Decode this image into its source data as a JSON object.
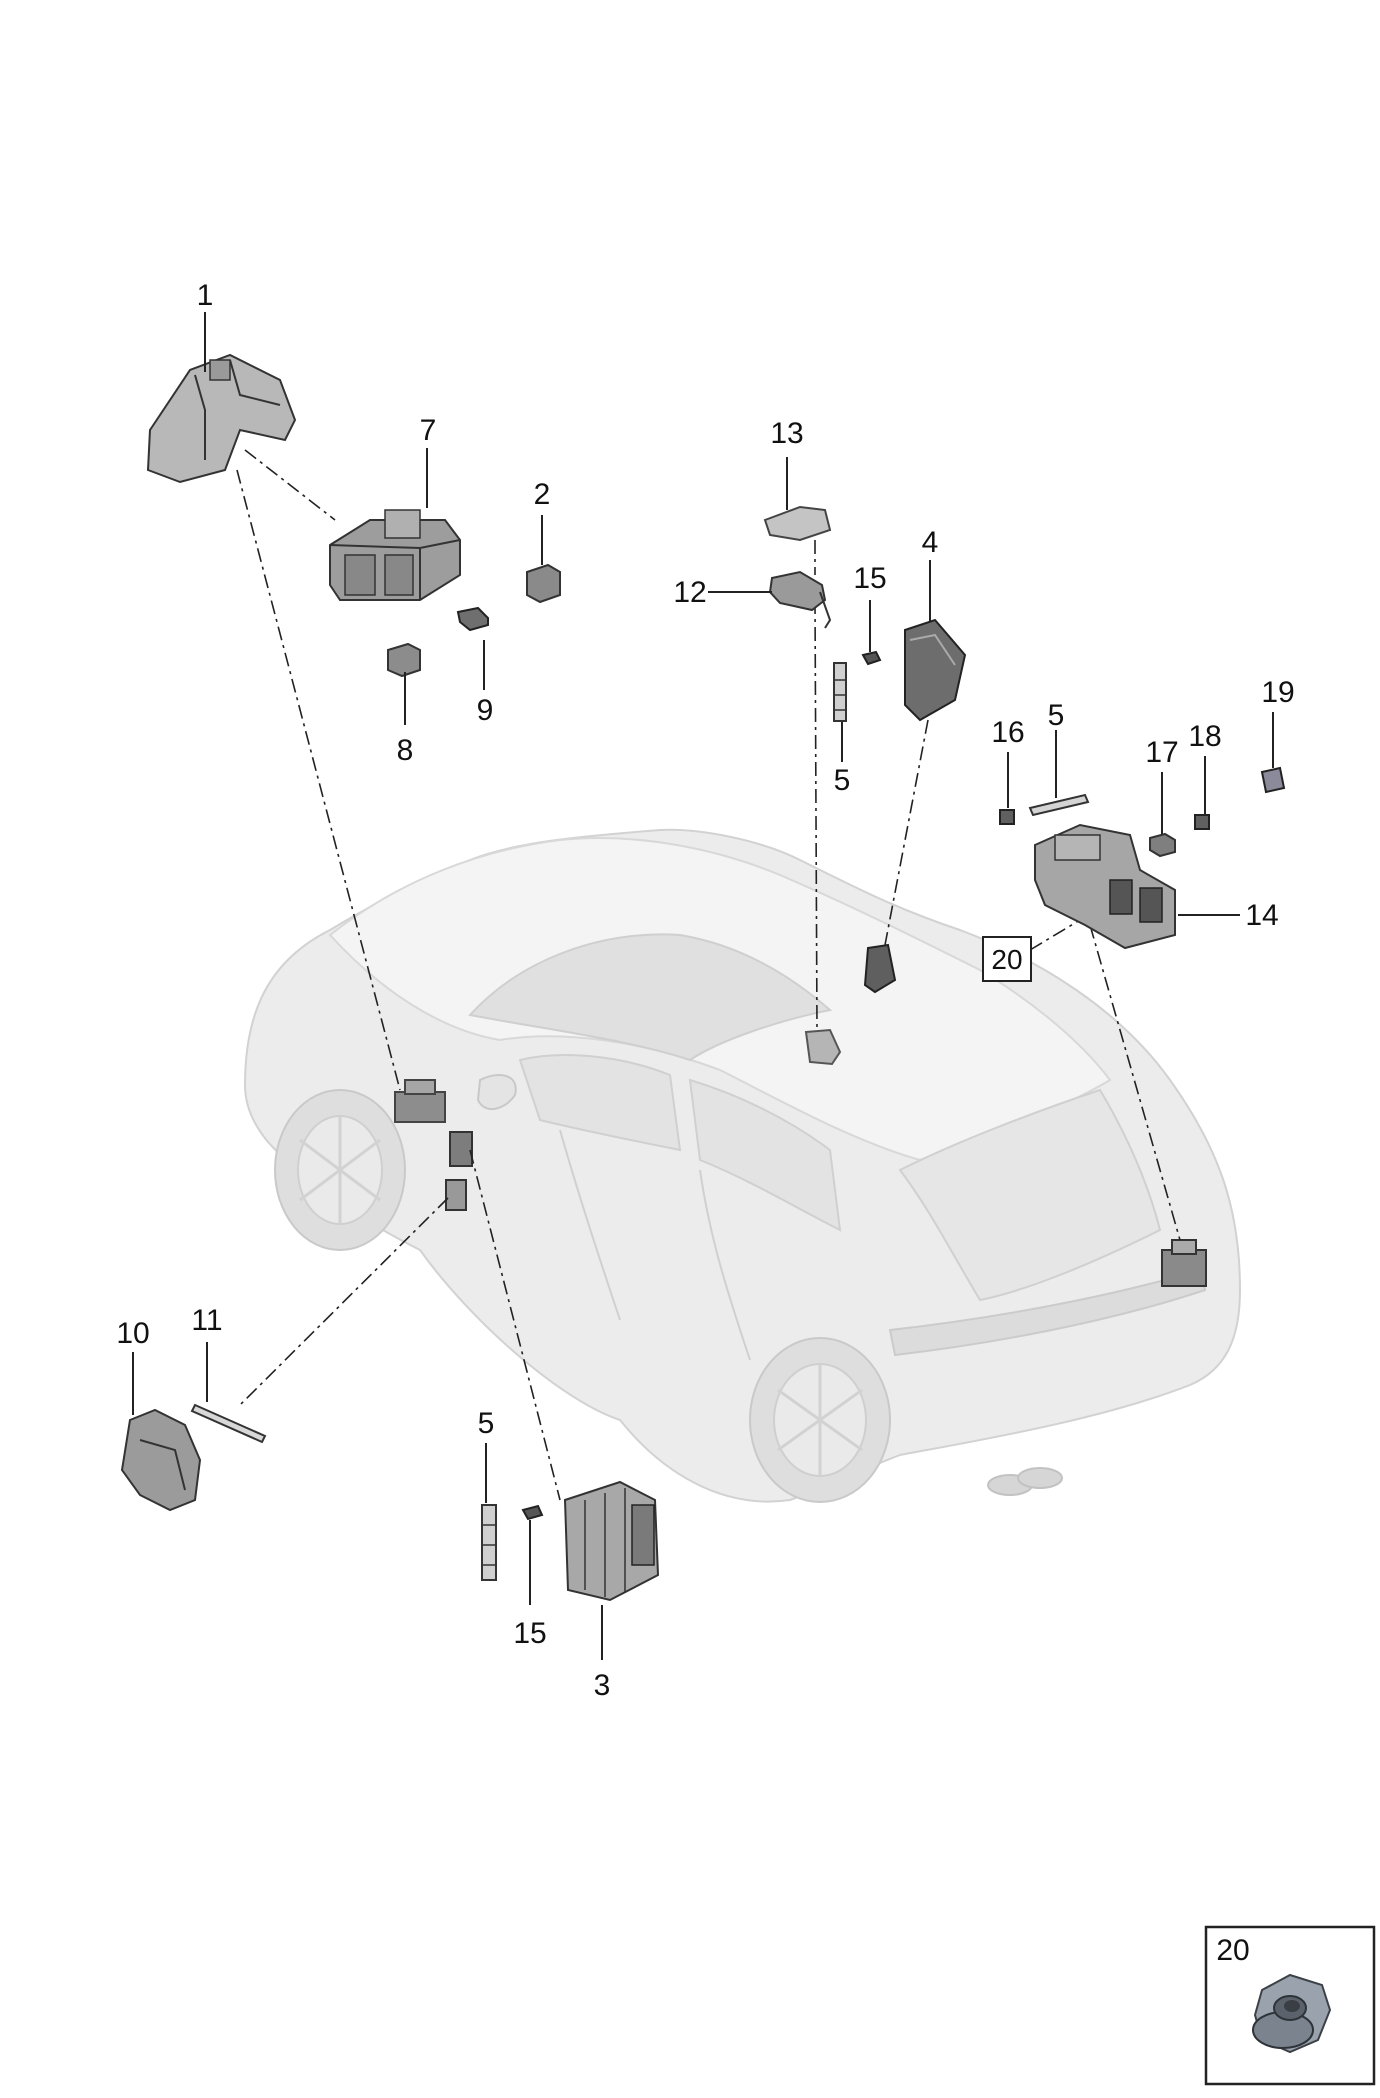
{
  "diagram": {
    "callouts": [
      {
        "id": "c1",
        "text": "1"
      },
      {
        "id": "c7",
        "text": "7"
      },
      {
        "id": "c2",
        "text": "2"
      },
      {
        "id": "c9",
        "text": "9"
      },
      {
        "id": "c8",
        "text": "8"
      },
      {
        "id": "c13",
        "text": "13"
      },
      {
        "id": "c12",
        "text": "12"
      },
      {
        "id": "c15a",
        "text": "15"
      },
      {
        "id": "c5a",
        "text": "5"
      },
      {
        "id": "c4",
        "text": "4"
      },
      {
        "id": "c16",
        "text": "16"
      },
      {
        "id": "c5b",
        "text": "5"
      },
      {
        "id": "c17",
        "text": "17"
      },
      {
        "id": "c18",
        "text": "18"
      },
      {
        "id": "c19",
        "text": "19"
      },
      {
        "id": "c14",
        "text": "14"
      },
      {
        "id": "c10",
        "text": "10"
      },
      {
        "id": "c11",
        "text": "11"
      },
      {
        "id": "c5c",
        "text": "5"
      },
      {
        "id": "c15b",
        "text": "15"
      },
      {
        "id": "c3",
        "text": "3"
      }
    ],
    "boxed_callout": {
      "text": "20"
    },
    "inset": {
      "label": "20"
    }
  }
}
